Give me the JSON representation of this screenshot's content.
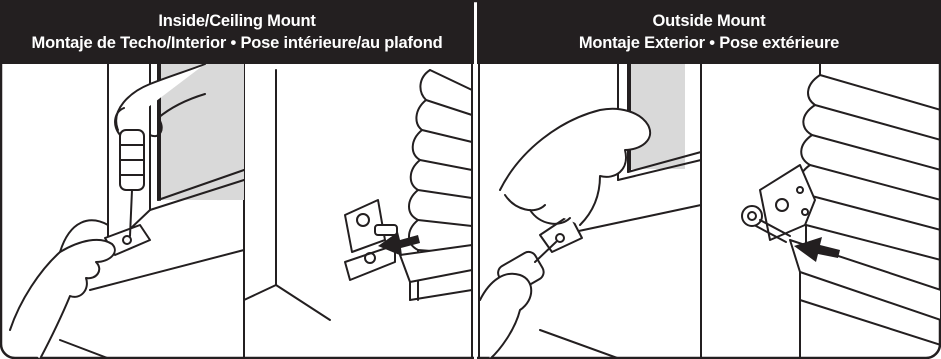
{
  "sections": [
    {
      "title": "Inside/Ceiling Mount",
      "subtitle": "Montaje de Techo/Interior • Pose intérieure/au plafond"
    },
    {
      "title": "Outside Mount",
      "subtitle": "Montaje Exterior • Pose extérieure"
    }
  ],
  "colors": {
    "header_bg": "#231f20",
    "line": "#231f20",
    "window_glass": "#d9d9d9",
    "paper": "#ffffff"
  },
  "icons": [
    "screwdriver-icon",
    "bracket-icon",
    "arrow-icon",
    "hand-icon"
  ]
}
